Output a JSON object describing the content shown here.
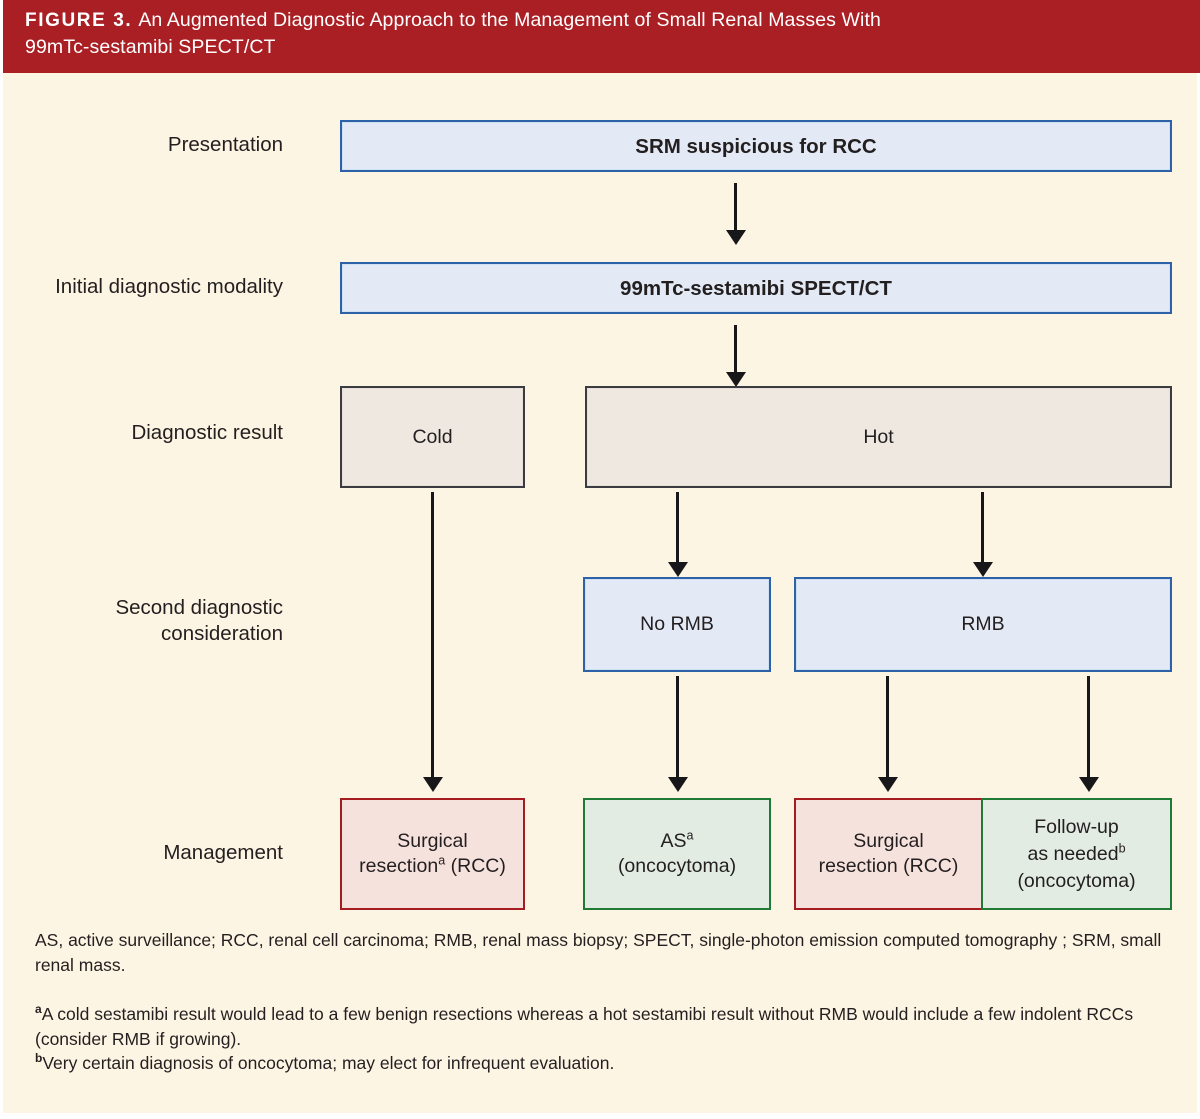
{
  "header": {
    "figure_label": "FIGURE 3.",
    "title_line1": "An Augmented Diagnostic Approach to the Management of Small Renal Masses With",
    "title_line2": "99mTc-sestamibi SPECT/CT",
    "bar_color": "#aa1f24",
    "text_color": "#ffffff"
  },
  "page": {
    "background": "#fdf5e3"
  },
  "row_labels": {
    "presentation": "Presentation",
    "initial_modality": "Initial diagnostic modality",
    "diagnostic_result": "Diagnostic result",
    "second_consideration_line1": "Second diagnostic",
    "second_consideration_line2": "consideration",
    "management": "Management"
  },
  "nodes": {
    "presentation": {
      "label": "SRM suspicious for RCC",
      "fill": "#e3eaf5",
      "border": "#2e62a8"
    },
    "modality": {
      "label": "99mTc-sestamibi SPECT/CT",
      "fill": "#e3eaf5",
      "border": "#2e62a8"
    },
    "cold": {
      "label": "Cold",
      "fill": "#efe8e1",
      "border": "#3b3b42"
    },
    "hot": {
      "label": "Hot",
      "fill": "#efe8e1",
      "border": "#3b3b42"
    },
    "no_rmb": {
      "label": "No RMB",
      "fill": "#e3eaf5",
      "border": "#2e62a8"
    },
    "rmb": {
      "label": "RMB",
      "fill": "#e3eaf5",
      "border": "#2e62a8"
    },
    "mgmt_cold": {
      "line1": "Surgical",
      "line2_pre": "resection",
      "line2_sup": "a",
      "line2_post": " (RCC)",
      "fill": "#f6e2dd",
      "border": "#a51c20"
    },
    "mgmt_no_rmb": {
      "line1_pre": "AS",
      "line1_sup": "a",
      "line2": "(oncocytoma)",
      "fill": "#e2ece2",
      "border": "#1e7a34"
    },
    "mgmt_rmb_surgical": {
      "line1": "Surgical",
      "line2": "resection (RCC)",
      "fill": "#f6e2dd",
      "border": "#a51c20"
    },
    "mgmt_rmb_followup": {
      "line1": "Follow-up",
      "line2_pre": "as needed",
      "line2_sup": "b",
      "line3": "(oncocytoma)",
      "fill": "#e2ece2",
      "border": "#1e7a34"
    }
  },
  "footer": {
    "abbreviations": "AS, active surveillance; RCC, renal cell carcinoma; RMB, renal mass biopsy; SPECT, single-photon emission computed tomography ; SRM, small renal mass.",
    "note_a_marker": "a",
    "note_a": "A cold sestamibi result would lead to a few benign resections whereas a hot sestamibi result without RMB would include a few indolent RCCs (consider RMB if growing).",
    "note_b_marker": "b",
    "note_b": "Very certain diagnosis of oncocytoma; may elect for infrequent evaluation."
  }
}
